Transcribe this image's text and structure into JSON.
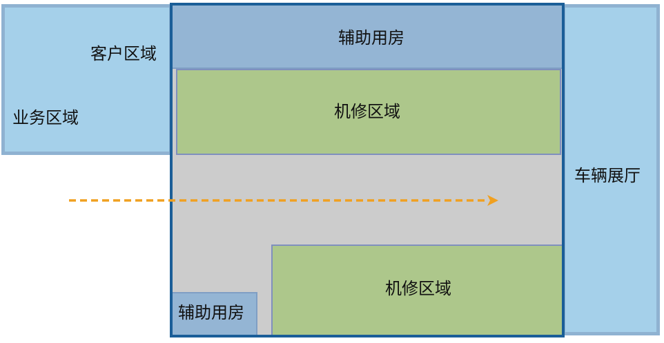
{
  "diagram": {
    "type": "floor-plan-layout",
    "colors": {
      "business_fill": "#a5d0ea",
      "business_border": "#8fb2d1",
      "workshop_fill": "#cccccc",
      "workshop_border": "#1b5e98",
      "auxiliary_fill": "#94b5d4",
      "repair_fill": "#adc78b",
      "repair_border": "#7f8fbe",
      "flow_arrow": "#f0a020"
    },
    "areas": {
      "business": {
        "label": "业务区域"
      },
      "customer": {
        "label": "客户区域"
      },
      "auxiliary_top": {
        "label": "辅助用房"
      },
      "repair_top": {
        "label": "机修区域"
      },
      "repair_bottom": {
        "label": "机修区域"
      },
      "auxiliary_bottom": {
        "label": "辅助用房"
      },
      "showroom": {
        "label": "车辆展厅"
      }
    },
    "flow": {
      "direction": "left-to-right",
      "style": "dashed-arrow"
    }
  }
}
